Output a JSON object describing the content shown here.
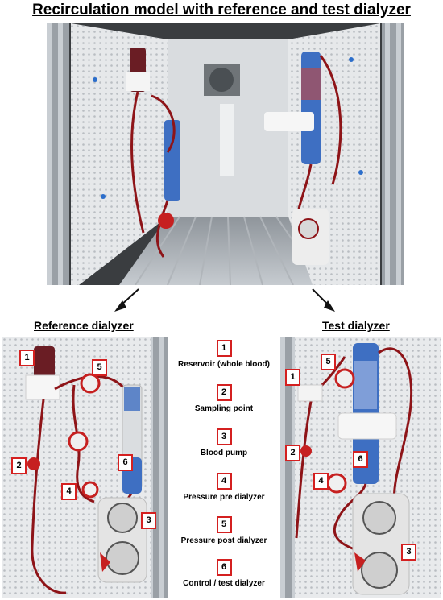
{
  "title": "Recirculation model with reference and test dialyzer",
  "reference_title": "Reference dialyzer",
  "test_title": "Test dialyzer",
  "legend": [
    {
      "number": "1",
      "label": "Reservoir (whole blood)"
    },
    {
      "number": "2",
      "label": "Sampling point"
    },
    {
      "number": "3",
      "label": "Blood pump"
    },
    {
      "number": "4",
      "label": "Pressure pre dialyzer"
    },
    {
      "number": "5",
      "label": "Pressure post dialyzer"
    },
    {
      "number": "6",
      "label": "Control / test dialyzer"
    }
  ],
  "colors": {
    "badge_border": "#d42020",
    "blood": "#8e1418",
    "dialyzer": "#3e6fc2",
    "panel": "#e8eaec"
  },
  "icons": [
    "down-left-arrow-icon",
    "down-right-arrow-icon"
  ]
}
